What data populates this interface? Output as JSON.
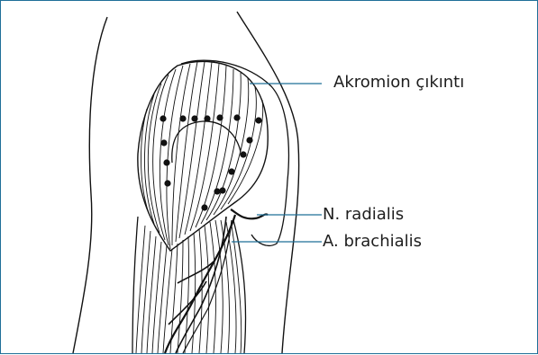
{
  "colors": {
    "frame": "#1f6f98",
    "leader": "#1f6f98",
    "ink": "#111111",
    "text": "#1e1e1e"
  },
  "labels": {
    "acromion": "Akromion çıkıntı",
    "radial_nerve": "N. radialis",
    "brachial_artery": "A. brachialis"
  },
  "injection_points_count": 16
}
